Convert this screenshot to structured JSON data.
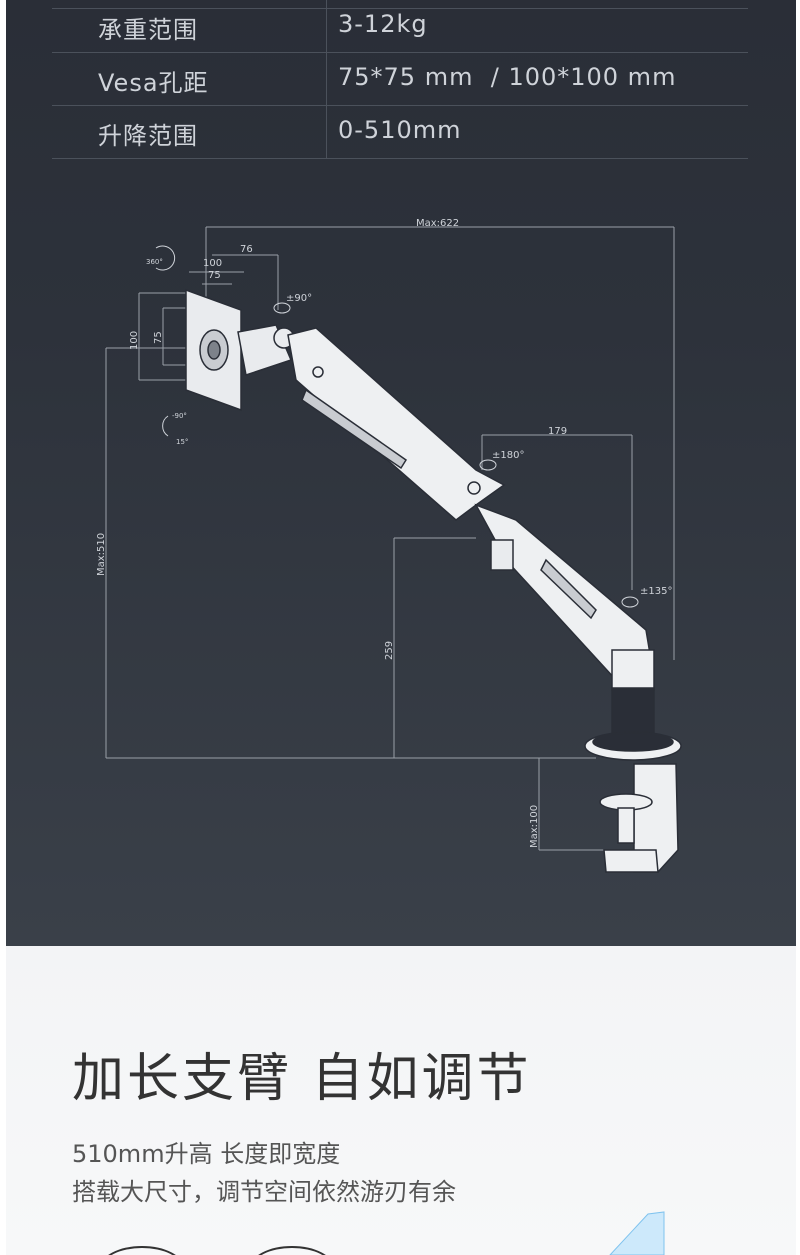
{
  "specs": [
    {
      "label": "承重范围",
      "value": "3-12kg"
    },
    {
      "label": "Vesa孔距",
      "value": "75*75 mm  / 100*100 mm"
    },
    {
      "label": "升降范围",
      "value": "0-510mm"
    }
  ],
  "diagram": {
    "max_width": "Max:622",
    "max_height": "Max:510",
    "max_clamp": "Max:100",
    "dim_76": "76",
    "dim_100_top": "100",
    "dim_75_top": "75",
    "dim_100_side": "100",
    "dim_75_side": "75",
    "dim_179": "179",
    "dim_259": "259",
    "rot_360": "360°",
    "rot_90": "±90°",
    "rot_minus90": "-90°",
    "rot_15": "15°",
    "rot_180": "±180°",
    "rot_135": "±135°"
  },
  "feature": {
    "title": "加长支臂 自如调节",
    "line1": "510mm升高 长度即宽度",
    "line2": "搭载大尺寸，调节空间依然游刃有余"
  },
  "colors": {
    "dark_bg": "#2d323b",
    "text_light": "#cfd3d9",
    "line": "#8a8f97",
    "accent": "#7fc3ee"
  }
}
